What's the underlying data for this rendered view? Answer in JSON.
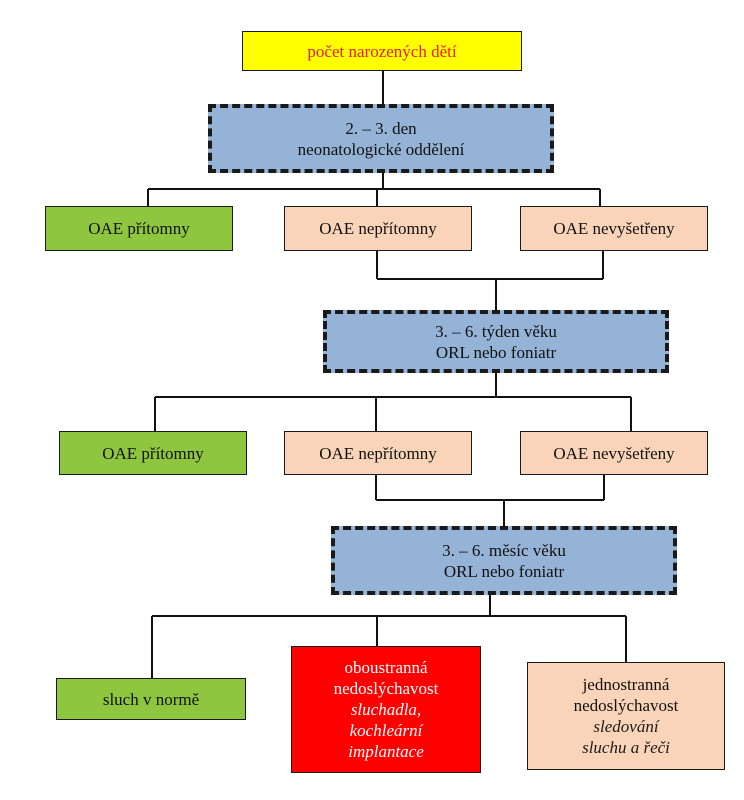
{
  "colors": {
    "top": "#ffff00",
    "top_text": "#e8202a",
    "stage": "#95b3d7",
    "present": "#8ec63f",
    "absent": "#fad4b8",
    "bilateral": "#ff0000"
  },
  "top": {
    "label": "počet narozených dětí"
  },
  "stage1": {
    "line1": "2. – 3. den",
    "line2": "neonatologické oddělení"
  },
  "row1": {
    "present": "OAE přítomny",
    "absent": "OAE nepřítomny",
    "not_examined": "OAE nevyšetřeny"
  },
  "stage2": {
    "line1": "3. – 6. týden věku",
    "line2": "ORL nebo foniatr"
  },
  "row2": {
    "present": "OAE přítomny",
    "absent": "OAE nepřítomny",
    "not_examined": "OAE nevyšetřeny"
  },
  "stage3": {
    "line1": "3. – 6. měsíc věku",
    "line2": "ORL nebo foniatr"
  },
  "outcomes": {
    "normal": "sluch v normě",
    "bilateral": {
      "line1": "oboustranná",
      "line2": "nedoslýchavost",
      "line3": "sluchadla,",
      "line4": "kochleární",
      "line5": "implantace"
    },
    "unilateral": {
      "line1": "jednostranná",
      "line2": "nedoslýchavost",
      "line3": "sledování",
      "line4": "sluchu a řeči"
    }
  }
}
